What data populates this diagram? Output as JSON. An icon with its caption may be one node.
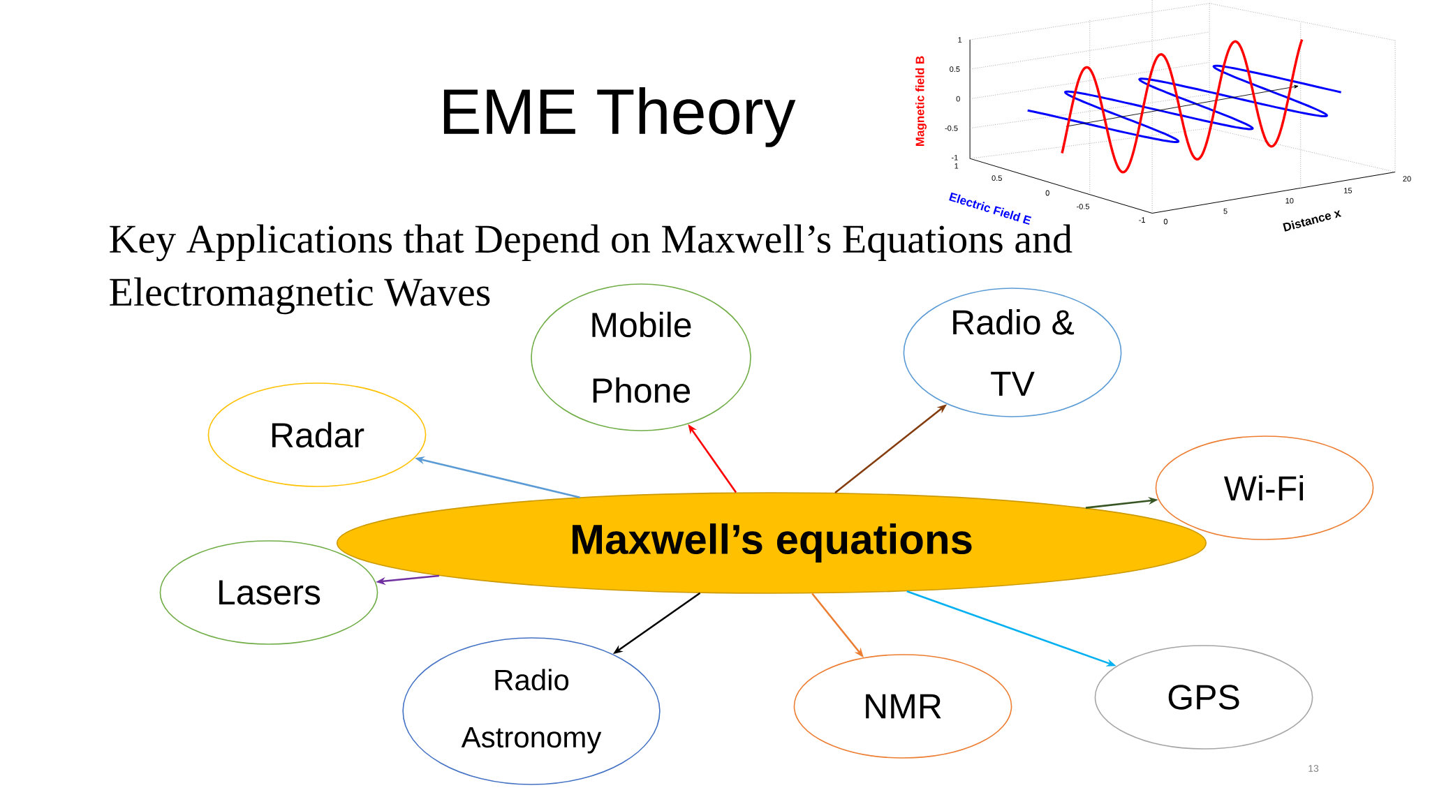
{
  "diagram": {
    "title": "EME Theory",
    "nodes": [
      {
        "text": [
          "Maxwell’s equations"
        ]
      },
      {
        "text": [
          "Mobile Phone"
        ]
      },
      {
        "text": [
          "Radio & TV"
        ]
      },
      {
        "text": [
          "Radar"
        ]
      },
      {
        "text": [
          "Wi-Fi"
        ]
      },
      {
        "text": [
          "Lasers"
        ]
      },
      {
        "text": [
          "Radio Astronomy"
        ]
      },
      {
        "text": [
          "NMR"
        ]
      },
      {
        "text": [
          "GPS"
        ]
      }
    ],
    "edges": [
      {
        "from": 0,
        "to": 1,
        "arrow": "to",
        "color": "#ff0000"
      },
      {
        "from": 0,
        "to": 2,
        "arrow": "to",
        "color": "#843c0c"
      },
      {
        "from": 0,
        "to": 3,
        "arrow": "to",
        "color": "#5b9bd5"
      },
      {
        "from": 0,
        "to": 4,
        "arrow": "to",
        "color": "#375623"
      },
      {
        "from": 0,
        "to": 5,
        "arrow": "to",
        "color": "#7030a0"
      },
      {
        "from": 0,
        "to": 6,
        "arrow": "to",
        "color": "#000000"
      },
      {
        "from": 0,
        "to": 7,
        "arrow": "to",
        "color": "#ed7d31"
      },
      {
        "from": 0,
        "to": 8,
        "arrow": "to",
        "color": "#00b0f0"
      }
    ],
    "labels": [
      "Key Applications that Depend on Maxwell’s Equations and Electromagnetic Waves",
      "Magnetic field B",
      "1",
      "0.5",
      "0",
      "-0.5",
      "-1",
      "1",
      "0.5",
      "0",
      "-0.5",
      "-1",
      "Electric Field E",
      "0",
      "5",
      "10",
      "15",
      "20",
      "Distance x",
      "13"
    ]
  }
}
